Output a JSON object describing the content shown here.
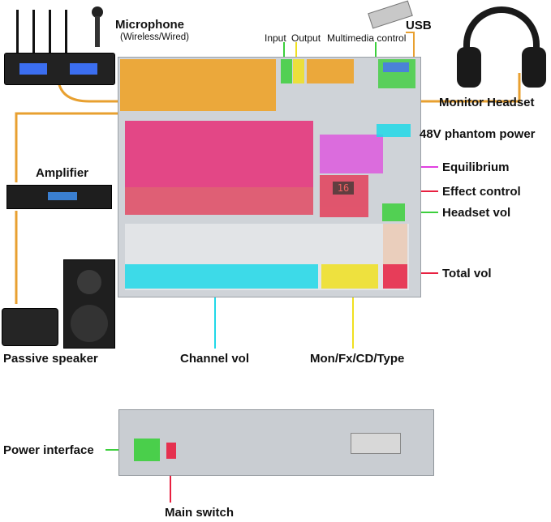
{
  "labels": {
    "microphone": "Microphone",
    "microphone_sub": "(Wireless/Wired)",
    "input": "Input",
    "output": "Output",
    "multimedia_control": "Multimedia control",
    "usb": "USB",
    "monitor_headset": "Monitor Headset",
    "amplifier": "Amplifier",
    "phantom_power": "48V phantom power",
    "equilibrium": "Equilibrium",
    "effect_control": "Effect control",
    "headset_vol": "Headset vol",
    "total_vol": "Total vol",
    "passive_speaker": "Passive speaker",
    "channel_vol": "Channel vol",
    "mon_fx_cd_type": "Mon/Fx/CD/Type",
    "power_interface": "Power interface",
    "main_switch": "Main switch"
  },
  "colors": {
    "orange": "#f0a020",
    "pink": "#e8206e",
    "cyan": "#20d8e8",
    "yellow": "#f0e020",
    "green": "#3ccf3c",
    "magenta": "#e040e0",
    "red": "#e82040",
    "line_orange": "#e8a030"
  },
  "device": {
    "effect_display": "16"
  }
}
